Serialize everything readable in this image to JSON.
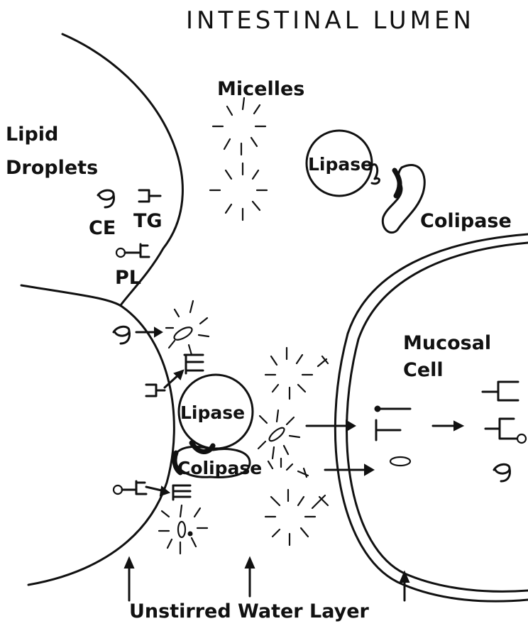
{
  "title": "INTESTINAL LUMEN",
  "labels": {
    "micelles": "Micelles",
    "lipid": "Lipid",
    "droplets": "Droplets",
    "ce": "CE",
    "tg": "TG",
    "pl": "PL",
    "lipase_top": "Lipase",
    "colipase_top": "Colipase",
    "lipase_bottom": "Lipase",
    "colipase_bottom": "Colipase",
    "mucosal": "Mucosal",
    "cell": "Cell",
    "unstirred_water_layer": "Unstirred Water Layer"
  }
}
